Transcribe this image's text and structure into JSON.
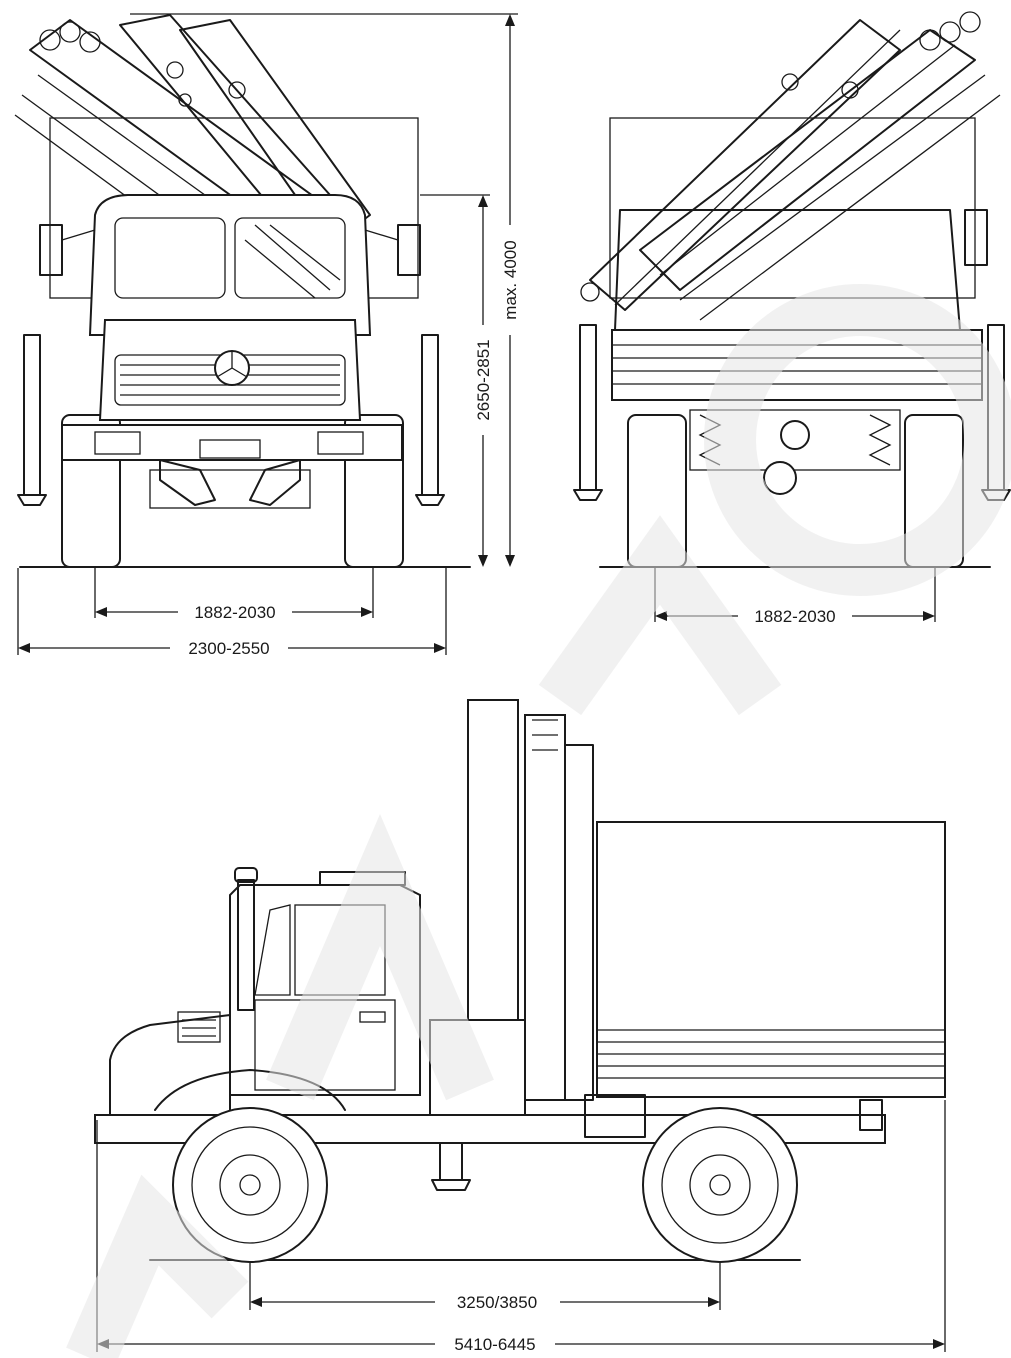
{
  "dimensions": {
    "front_track": "1882-2030",
    "front_width": "2300-2550",
    "crane_height": "2650-2851",
    "max_height": "max. 4000",
    "rear_track": "1882-2030",
    "wheelbase": "3250/3850",
    "overall_length": "5410-6445"
  },
  "colors": {
    "line": "#1a1a1a",
    "background": "#ffffff",
    "watermark": "#e6e6e6"
  }
}
